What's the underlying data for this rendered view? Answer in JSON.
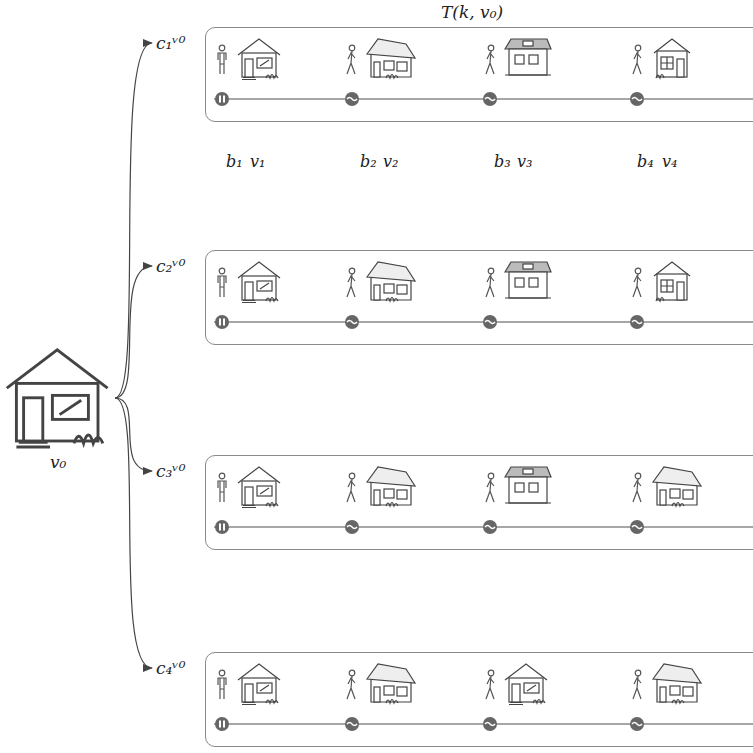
{
  "diagram": {
    "title": "T(k, v₀)",
    "nodes": [
      {
        "text": [
          "v₀"
        ]
      },
      {
        "text": [
          "c₁ᵛ⁰"
        ]
      },
      {
        "text": [
          "c₂ᵛ⁰"
        ]
      },
      {
        "text": [
          "c₃ᵛ⁰"
        ]
      },
      {
        "text": [
          "c₄ᵛ⁰"
        ]
      }
    ],
    "edges": [
      {
        "from": 0,
        "to": 1,
        "arrow": "to"
      },
      {
        "from": 0,
        "to": 2,
        "arrow": "to"
      },
      {
        "from": 0,
        "to": 3,
        "arrow": "to"
      },
      {
        "from": 0,
        "to": 4,
        "arrow": "to"
      }
    ],
    "labels": [
      "b₁",
      "v₁",
      "b₂",
      "v₂",
      "b₃",
      "v₃",
      "b₄",
      "v₄"
    ]
  }
}
